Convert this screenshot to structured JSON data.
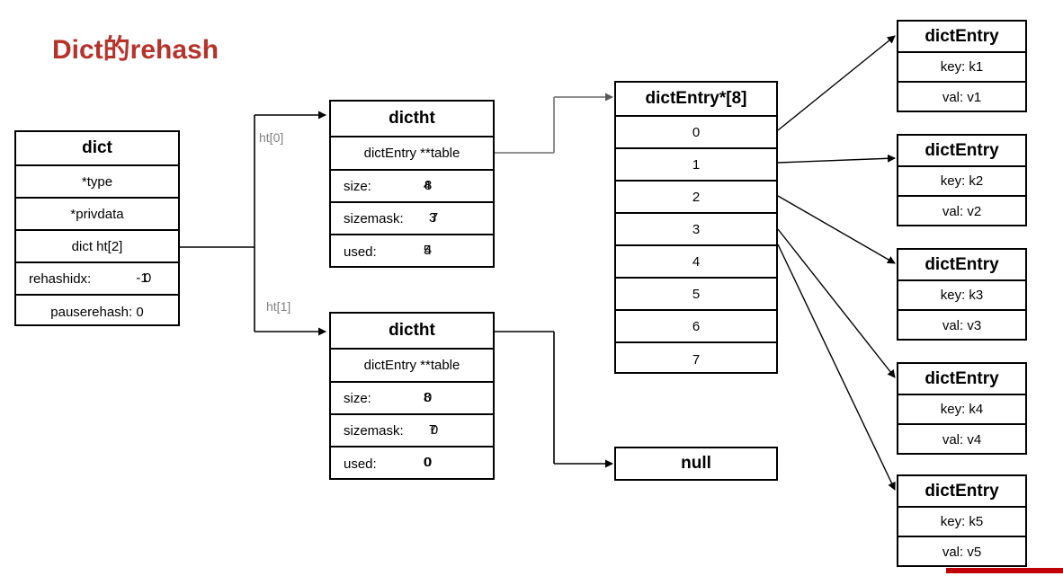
{
  "title": "Dict的rehash",
  "theme": {
    "title_color": "#b5332c",
    "edge_label_color": "#808080",
    "line_color": "#000000",
    "connector_gray": "#808080",
    "accent_color": "#c00000",
    "background": "#ffffff"
  },
  "dict_box": {
    "header": "dict",
    "rows": [
      {
        "label": "*type"
      },
      {
        "label": "*privdata"
      },
      {
        "label": "dict ht[2]"
      },
      {
        "label": "rehashidx:",
        "values": [
          "-1",
          "0"
        ]
      },
      {
        "label": "pauserehash: 0"
      }
    ]
  },
  "edge_labels": {
    "ht0": "ht[0]",
    "ht1": "ht[1]"
  },
  "dictht_ht0": {
    "header": "dictht",
    "table_row": "dictEntry **table",
    "fields": [
      {
        "label": "size:",
        "values": [
          "8",
          "4"
        ]
      },
      {
        "label": "sizemask:",
        "values": [
          "7",
          "3"
        ]
      },
      {
        "label": "used:",
        "values": [
          "4",
          "5"
        ]
      }
    ]
  },
  "dictht_ht1": {
    "header": "dictht",
    "table_row": "dictEntry **table",
    "fields": [
      {
        "label": "size:",
        "values": [
          "0",
          "8"
        ]
      },
      {
        "label": "sizemask:",
        "values": [
          "0",
          "7"
        ]
      },
      {
        "label": "used:",
        "values": [
          "0",
          "0"
        ]
      }
    ]
  },
  "bucket_array": {
    "header": "dictEntry*[8]",
    "slots": [
      "0",
      "1",
      "2",
      "3",
      "4",
      "5",
      "6",
      "7"
    ]
  },
  "null_box": {
    "label": "null"
  },
  "entries": [
    {
      "header": "dictEntry",
      "key": "key: k1",
      "val": "val: v1"
    },
    {
      "header": "dictEntry",
      "key": "key: k2",
      "val": "val: v2"
    },
    {
      "header": "dictEntry",
      "key": "key: k3",
      "val": "val: v3"
    },
    {
      "header": "dictEntry",
      "key": "key: k4",
      "val": "val: v4"
    },
    {
      "header": "dictEntry",
      "key": "key: k5",
      "val": "val: v5"
    }
  ]
}
